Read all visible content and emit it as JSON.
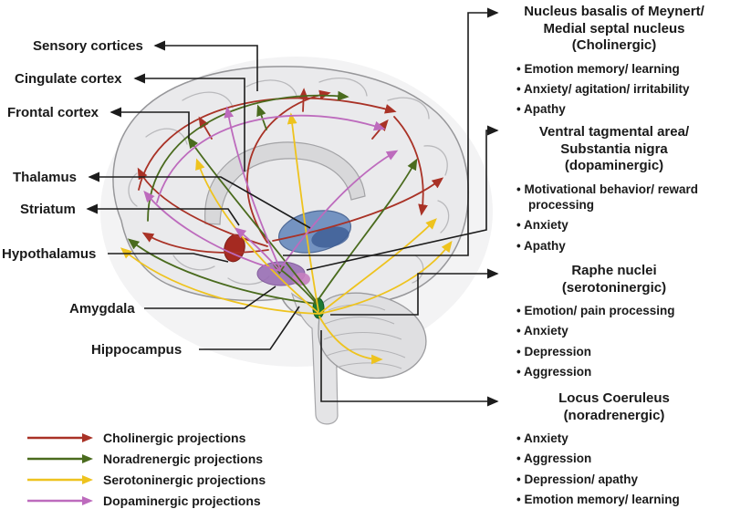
{
  "region_labels": [
    "Sensory cortices",
    "Cingulate cortex",
    "Frontal cortex",
    "Thalamus",
    "Striatum",
    "Hypothalamus",
    "Amygdala",
    "Hippocampus"
  ],
  "panels": [
    {
      "title": "Nucleus basalis of Meynert/\nMedial septal nucleus\n(Cholinergic)",
      "bullets": [
        "Emotion memory/ learning",
        "Anxiety/ agitation/ irritability",
        "Apathy"
      ]
    },
    {
      "title": "Ventral tagmental area/\nSubstantia nigra\n(dopaminergic)",
      "bullets": [
        "Motivational behavior/ reward processing",
        "Anxiety",
        "Apathy"
      ]
    },
    {
      "title": "Raphe nuclei\n(serotoninergic)",
      "bullets": [
        "Emotion/ pain processing",
        "Anxiety",
        "Depression",
        "Aggression"
      ]
    },
    {
      "title": "Locus Coeruleus\n(noradrenergic)",
      "bullets": [
        "Anxiety",
        "Aggression",
        "Depression/ apathy",
        "Emotion memory/ learning"
      ]
    }
  ],
  "legend": {
    "items": [
      {
        "label": "Cholinergic projections",
        "color": "#a93226"
      },
      {
        "label": "Noradrenergic projections",
        "color": "#4a6b1e"
      },
      {
        "label": "Serotoninergic projections",
        "color": "#eec31e"
      },
      {
        "label": "Dopaminergic projections",
        "color": "#bd6bbd"
      }
    ]
  }
}
